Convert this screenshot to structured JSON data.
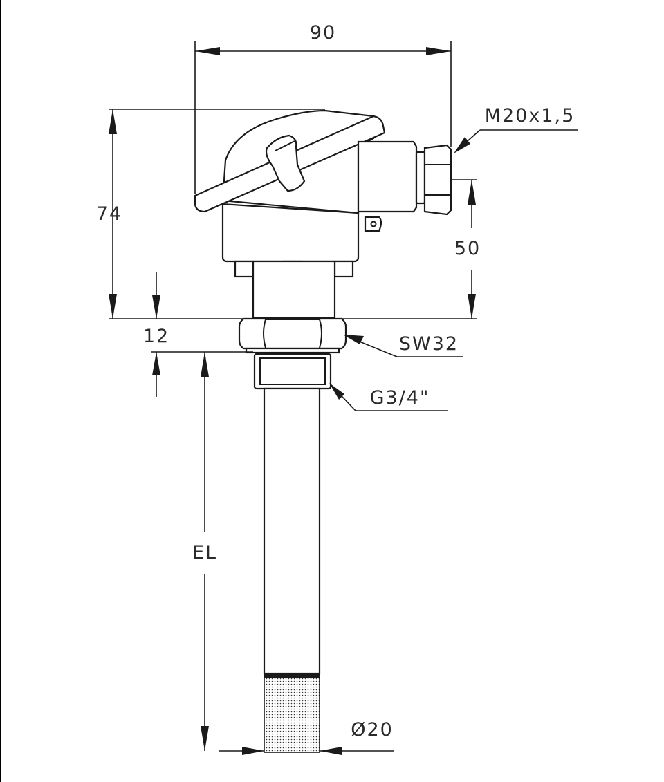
{
  "dimensions": {
    "width_top": "90",
    "height_total": "74",
    "height_cable": "50",
    "thread_length": "12",
    "immersion_length": "EL",
    "diameter": "Ø20"
  },
  "callouts": {
    "cable_gland": "M20x1,5",
    "hex_size": "SW32",
    "process_thread": "G3/4\""
  },
  "colors": {
    "line": "#1a1a1a",
    "text": "#2a2a2a",
    "background": "#ffffff"
  }
}
